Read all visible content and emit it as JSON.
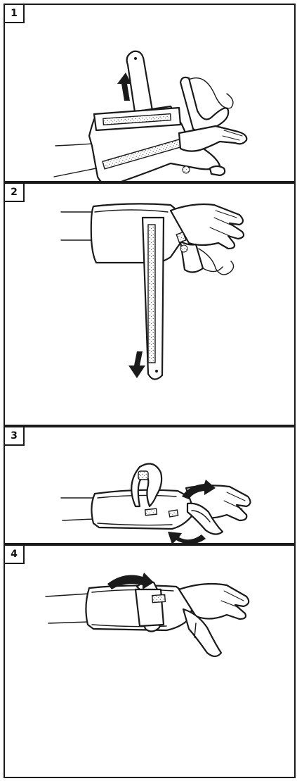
{
  "steps": [
    {
      "number": "1",
      "arrow": "up"
    },
    {
      "number": "2",
      "arrow": "down"
    },
    {
      "number": "3",
      "arrow": "curved-wrap"
    },
    {
      "number": "4",
      "arrow": "curved-over"
    }
  ]
}
